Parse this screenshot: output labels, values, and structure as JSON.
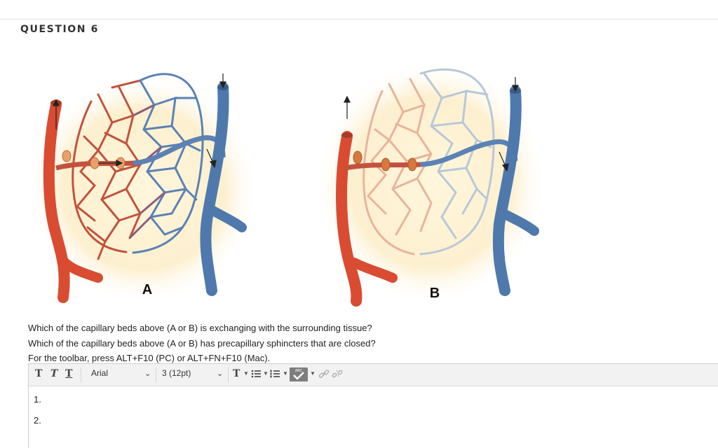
{
  "question": {
    "title": "QUESTION 6",
    "line1": "Which of the capillary beds above (A or B) is exchanging with the surrounding tissue?",
    "line2": "Which of the capillary beds above (A or B) has precapillary sphincters that are closed?"
  },
  "figure": {
    "label_a": "A",
    "label_b": "B",
    "colors": {
      "artery": "#d94c32",
      "vein": "#4f79ad",
      "capillary_red": "#c2523e",
      "capillary_blue": "#5b82b5",
      "faded_red": "#e8b49c",
      "faded_blue": "#b8c8d8",
      "tissue": "#fdf3d6"
    }
  },
  "editor": {
    "hint": "For the toolbar, press ALT+F10 (PC) or ALT+FN+F10 (Mac).",
    "toolbar": {
      "bold_glyph": "T",
      "italic_glyph": "T",
      "underline_glyph": "T",
      "font_family": "Arial",
      "font_size": "3 (12pt)",
      "text_color_glyph": "T",
      "spell_label": "ABC"
    },
    "lines": [
      "1.",
      "2."
    ]
  },
  "icons": [
    "bold-icon",
    "italic-icon",
    "underline-icon",
    "chevron-down-icon",
    "text-color-icon",
    "bullet-list-icon",
    "numbered-list-icon",
    "spellcheck-icon",
    "link-icon",
    "unlink-icon"
  ]
}
